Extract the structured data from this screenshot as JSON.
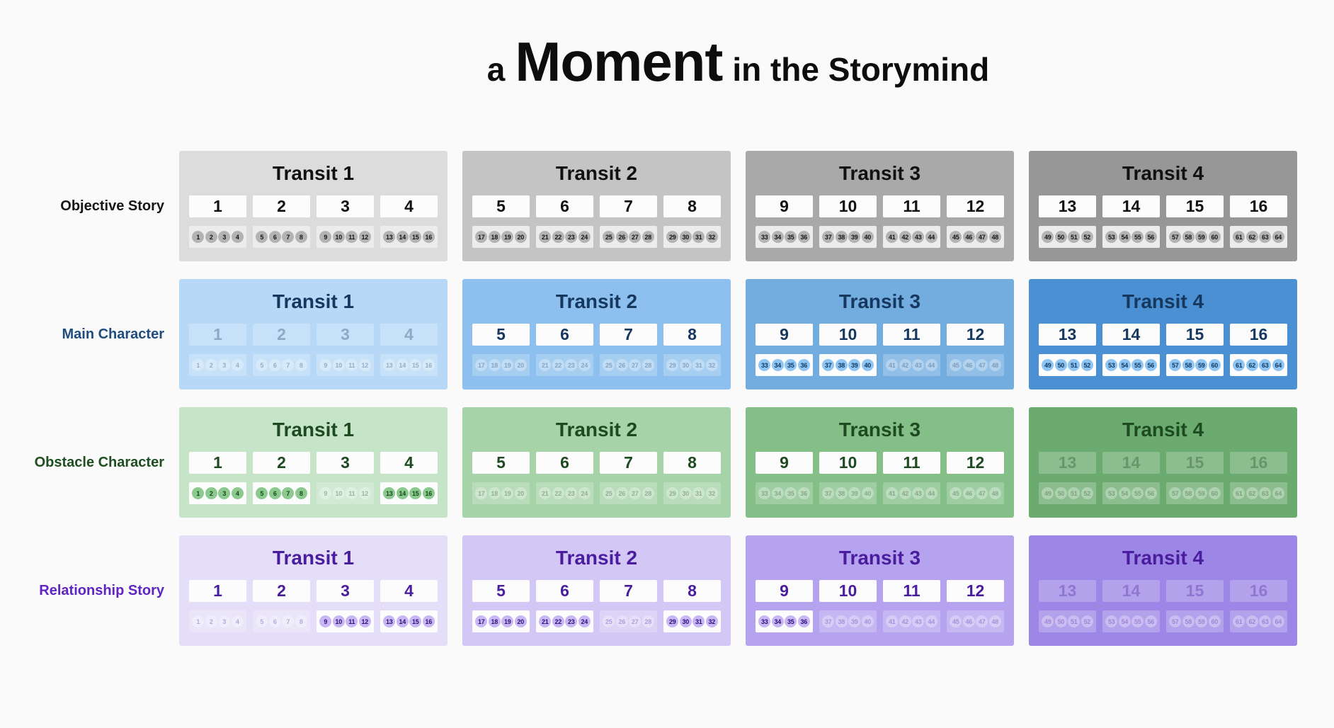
{
  "title": {
    "prefix": "a",
    "emphasis": "Moment",
    "suffix": "in the Storymind"
  },
  "page_background": "#fafafa",
  "rows": [
    {
      "id": "objective-story",
      "label": "Objective Story",
      "colors": {
        "label": "#161616",
        "dark_rgb": "17,17,17",
        "chip_bg": "#b3b3b3",
        "chip_text": "#161616",
        "chip_container": "#ececec",
        "transit_bgs": [
          "#dcdcdc",
          "#c4c4c4",
          "#a9a9a9",
          "#979797"
        ]
      },
      "transits": [
        {
          "name": "Transit 1",
          "quads": [
            {
              "number": 1,
              "box_active": true,
              "chips": [
                1,
                2,
                3,
                4
              ],
              "chips_active": true
            },
            {
              "number": 2,
              "box_active": true,
              "chips": [
                5,
                6,
                7,
                8
              ],
              "chips_active": true
            },
            {
              "number": 3,
              "box_active": true,
              "chips": [
                9,
                10,
                11,
                12
              ],
              "chips_active": true
            },
            {
              "number": 4,
              "box_active": true,
              "chips": [
                13,
                14,
                15,
                16
              ],
              "chips_active": true
            }
          ]
        },
        {
          "name": "Transit 2",
          "quads": [
            {
              "number": 5,
              "box_active": true,
              "chips": [
                17,
                18,
                19,
                20
              ],
              "chips_active": true
            },
            {
              "number": 6,
              "box_active": true,
              "chips": [
                21,
                22,
                23,
                24
              ],
              "chips_active": true
            },
            {
              "number": 7,
              "box_active": true,
              "chips": [
                25,
                26,
                27,
                28
              ],
              "chips_active": true
            },
            {
              "number": 8,
              "box_active": true,
              "chips": [
                29,
                30,
                31,
                32
              ],
              "chips_active": true
            }
          ]
        },
        {
          "name": "Transit 3",
          "quads": [
            {
              "number": 9,
              "box_active": true,
              "chips": [
                33,
                34,
                35,
                36
              ],
              "chips_active": true
            },
            {
              "number": 10,
              "box_active": true,
              "chips": [
                37,
                38,
                39,
                40
              ],
              "chips_active": true
            },
            {
              "number": 11,
              "box_active": true,
              "chips": [
                41,
                42,
                43,
                44
              ],
              "chips_active": true
            },
            {
              "number": 12,
              "box_active": true,
              "chips": [
                45,
                46,
                47,
                48
              ],
              "chips_active": true
            }
          ]
        },
        {
          "name": "Transit 4",
          "quads": [
            {
              "number": 13,
              "box_active": true,
              "chips": [
                49,
                50,
                51,
                52
              ],
              "chips_active": true
            },
            {
              "number": 14,
              "box_active": true,
              "chips": [
                53,
                54,
                55,
                56
              ],
              "chips_active": true
            },
            {
              "number": 15,
              "box_active": true,
              "chips": [
                57,
                58,
                59,
                60
              ],
              "chips_active": true
            },
            {
              "number": 16,
              "box_active": true,
              "chips": [
                61,
                62,
                63,
                64
              ],
              "chips_active": true
            }
          ]
        }
      ]
    },
    {
      "id": "main-character",
      "label": "Main Character",
      "colors": {
        "label": "#1e4d7e",
        "dark_rgb": "23,56,94",
        "chip_bg": "#8ec5f3",
        "chip_text": "#103a66",
        "chip_container": "#fcfcfc",
        "transit_bgs": [
          "#b7d9f7",
          "#8dc0ee",
          "#73ade0",
          "#4b90d3"
        ]
      },
      "transits": [
        {
          "name": "Transit 1",
          "quads": [
            {
              "number": 1,
              "box_active": false,
              "chips": [
                1,
                2,
                3,
                4
              ],
              "chips_active": false
            },
            {
              "number": 2,
              "box_active": false,
              "chips": [
                5,
                6,
                7,
                8
              ],
              "chips_active": false
            },
            {
              "number": 3,
              "box_active": false,
              "chips": [
                9,
                10,
                11,
                12
              ],
              "chips_active": false
            },
            {
              "number": 4,
              "box_active": false,
              "chips": [
                13,
                14,
                15,
                16
              ],
              "chips_active": false
            }
          ]
        },
        {
          "name": "Transit 2",
          "quads": [
            {
              "number": 5,
              "box_active": true,
              "chips": [
                17,
                18,
                19,
                20
              ],
              "chips_active": false
            },
            {
              "number": 6,
              "box_active": true,
              "chips": [
                21,
                22,
                23,
                24
              ],
              "chips_active": false
            },
            {
              "number": 7,
              "box_active": true,
              "chips": [
                25,
                26,
                27,
                28
              ],
              "chips_active": false
            },
            {
              "number": 8,
              "box_active": true,
              "chips": [
                29,
                30,
                31,
                32
              ],
              "chips_active": false
            }
          ]
        },
        {
          "name": "Transit 3",
          "quads": [
            {
              "number": 9,
              "box_active": true,
              "chips": [
                33,
                34,
                35,
                36
              ],
              "chips_active": true
            },
            {
              "number": 10,
              "box_active": true,
              "chips": [
                37,
                38,
                39,
                40
              ],
              "chips_active": true
            },
            {
              "number": 11,
              "box_active": true,
              "chips": [
                41,
                42,
                43,
                44
              ],
              "chips_active": false
            },
            {
              "number": 12,
              "box_active": true,
              "chips": [
                45,
                46,
                47,
                48
              ],
              "chips_active": false
            }
          ]
        },
        {
          "name": "Transit 4",
          "quads": [
            {
              "number": 13,
              "box_active": true,
              "chips": [
                49,
                50,
                51,
                52
              ],
              "chips_active": true
            },
            {
              "number": 14,
              "box_active": true,
              "chips": [
                53,
                54,
                55,
                56
              ],
              "chips_active": true
            },
            {
              "number": 15,
              "box_active": true,
              "chips": [
                57,
                58,
                59,
                60
              ],
              "chips_active": true
            },
            {
              "number": 16,
              "box_active": true,
              "chips": [
                61,
                62,
                63,
                64
              ],
              "chips_active": true
            }
          ]
        }
      ]
    },
    {
      "id": "obstacle-character",
      "label": "Obstacle Character",
      "colors": {
        "label": "#1e4e22",
        "dark_rgb": "29,74,32",
        "chip_bg": "#8cc98f",
        "chip_text": "#164a1a",
        "chip_container": "#fcfcfc",
        "transit_bgs": [
          "#c6e4c7",
          "#a6d3a8",
          "#85bf88",
          "#6cab6f"
        ]
      },
      "transits": [
        {
          "name": "Transit 1",
          "quads": [
            {
              "number": 1,
              "box_active": true,
              "chips": [
                1,
                2,
                3,
                4
              ],
              "chips_active": true
            },
            {
              "number": 2,
              "box_active": true,
              "chips": [
                5,
                6,
                7,
                8
              ],
              "chips_active": true
            },
            {
              "number": 3,
              "box_active": true,
              "chips": [
                9,
                10,
                11,
                12
              ],
              "chips_active": false
            },
            {
              "number": 4,
              "box_active": true,
              "chips": [
                13,
                14,
                15,
                16
              ],
              "chips_active": true
            }
          ]
        },
        {
          "name": "Transit 2",
          "quads": [
            {
              "number": 5,
              "box_active": true,
              "chips": [
                17,
                18,
                19,
                20
              ],
              "chips_active": false
            },
            {
              "number": 6,
              "box_active": true,
              "chips": [
                21,
                22,
                23,
                24
              ],
              "chips_active": false
            },
            {
              "number": 7,
              "box_active": true,
              "chips": [
                25,
                26,
                27,
                28
              ],
              "chips_active": false
            },
            {
              "number": 8,
              "box_active": true,
              "chips": [
                29,
                30,
                31,
                32
              ],
              "chips_active": false
            }
          ]
        },
        {
          "name": "Transit 3",
          "quads": [
            {
              "number": 9,
              "box_active": true,
              "chips": [
                33,
                34,
                35,
                36
              ],
              "chips_active": false
            },
            {
              "number": 10,
              "box_active": true,
              "chips": [
                37,
                38,
                39,
                40
              ],
              "chips_active": false
            },
            {
              "number": 11,
              "box_active": true,
              "chips": [
                41,
                42,
                43,
                44
              ],
              "chips_active": false
            },
            {
              "number": 12,
              "box_active": true,
              "chips": [
                45,
                46,
                47,
                48
              ],
              "chips_active": false
            }
          ]
        },
        {
          "name": "Transit 4",
          "quads": [
            {
              "number": 13,
              "box_active": false,
              "chips": [
                49,
                50,
                51,
                52
              ],
              "chips_active": false
            },
            {
              "number": 14,
              "box_active": false,
              "chips": [
                53,
                54,
                55,
                56
              ],
              "chips_active": false
            },
            {
              "number": 15,
              "box_active": false,
              "chips": [
                57,
                58,
                59,
                60
              ],
              "chips_active": false
            },
            {
              "number": 16,
              "box_active": false,
              "chips": [
                61,
                62,
                63,
                64
              ],
              "chips_active": false
            }
          ]
        }
      ]
    },
    {
      "id": "relationship-story",
      "label": "Relationship Story",
      "colors": {
        "label": "#5f24c2",
        "dark_rgb": "74,29,158",
        "chip_bg": "#c8b7f4",
        "chip_text": "#2d0f79",
        "chip_container": "#fcfcfc",
        "transit_bgs": [
          "#e5def8",
          "#d3c7f5",
          "#b5a3ef",
          "#9d87e6"
        ]
      },
      "transits": [
        {
          "name": "Transit 1",
          "quads": [
            {
              "number": 1,
              "box_active": true,
              "chips": [
                1,
                2,
                3,
                4
              ],
              "chips_active": false
            },
            {
              "number": 2,
              "box_active": true,
              "chips": [
                5,
                6,
                7,
                8
              ],
              "chips_active": false
            },
            {
              "number": 3,
              "box_active": true,
              "chips": [
                9,
                10,
                11,
                12
              ],
              "chips_active": true
            },
            {
              "number": 4,
              "box_active": true,
              "chips": [
                13,
                14,
                15,
                16
              ],
              "chips_active": true
            }
          ]
        },
        {
          "name": "Transit 2",
          "quads": [
            {
              "number": 5,
              "box_active": true,
              "chips": [
                17,
                18,
                19,
                20
              ],
              "chips_active": true
            },
            {
              "number": 6,
              "box_active": true,
              "chips": [
                21,
                22,
                23,
                24
              ],
              "chips_active": true
            },
            {
              "number": 7,
              "box_active": true,
              "chips": [
                25,
                26,
                27,
                28
              ],
              "chips_active": false
            },
            {
              "number": 8,
              "box_active": true,
              "chips": [
                29,
                30,
                31,
                32
              ],
              "chips_active": true
            }
          ]
        },
        {
          "name": "Transit 3",
          "quads": [
            {
              "number": 9,
              "box_active": true,
              "chips": [
                33,
                34,
                35,
                36
              ],
              "chips_active": true
            },
            {
              "number": 10,
              "box_active": true,
              "chips": [
                37,
                38,
                39,
                40
              ],
              "chips_active": false
            },
            {
              "number": 11,
              "box_active": true,
              "chips": [
                41,
                42,
                43,
                44
              ],
              "chips_active": false
            },
            {
              "number": 12,
              "box_active": true,
              "chips": [
                45,
                46,
                47,
                48
              ],
              "chips_active": false
            }
          ]
        },
        {
          "name": "Transit 4",
          "quads": [
            {
              "number": 13,
              "box_active": false,
              "chips": [
                49,
                50,
                51,
                52
              ],
              "chips_active": false
            },
            {
              "number": 14,
              "box_active": false,
              "chips": [
                53,
                54,
                55,
                56
              ],
              "chips_active": false
            },
            {
              "number": 15,
              "box_active": false,
              "chips": [
                57,
                58,
                59,
                60
              ],
              "chips_active": false
            },
            {
              "number": 16,
              "box_active": false,
              "chips": [
                61,
                62,
                63,
                64
              ],
              "chips_active": false
            }
          ]
        }
      ]
    }
  ]
}
